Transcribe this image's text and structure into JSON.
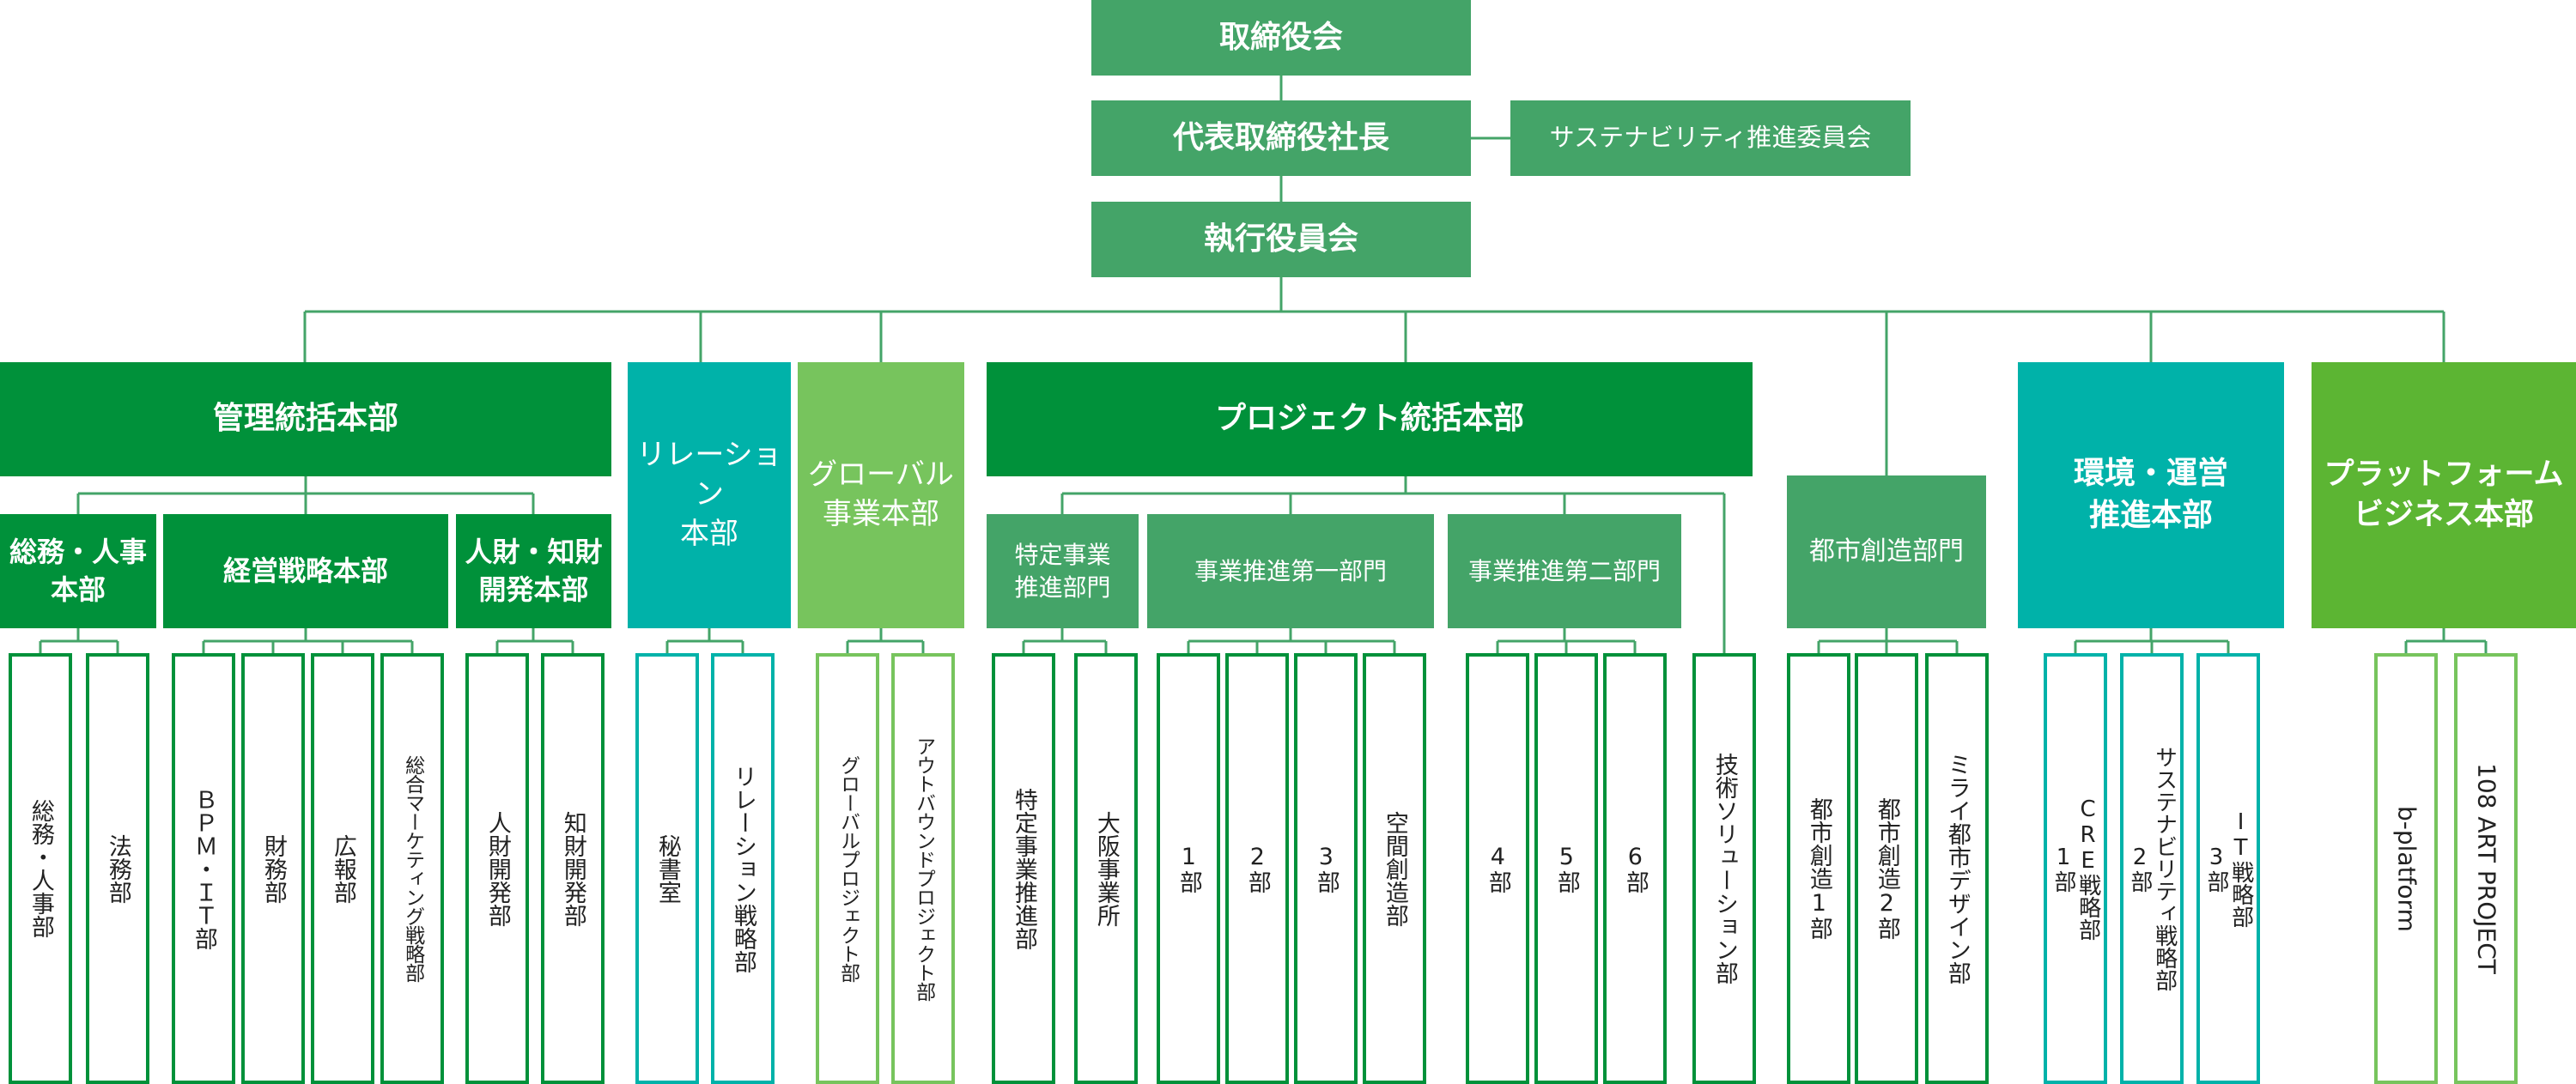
{
  "colors": {
    "line": "#44a468",
    "green": "#44a468",
    "dark_green": "#00913a",
    "teal": "#00b2a9",
    "light_green": "#77c45d",
    "mid_green": "#5cb533"
  },
  "top": {
    "board": "取締役会",
    "president": "代表取締役社長",
    "sustainability_committee": "サステナビリティ推進委員会",
    "executive_committee": "執行役員会"
  },
  "headquarters": {
    "management": "管理統括本部",
    "relations": "リレーション\n本部",
    "global": "グローバル\n事業本部",
    "project": "プロジェクト統括本部",
    "urban": "都市創造部門",
    "environment": "環境・運営\n推進本部",
    "platform": "プラットフォーム\nビジネス本部"
  },
  "divisions": {
    "general_affairs_hr": "総務・人事\n本部",
    "corporate_strategy": "経営戦略本部",
    "talent_ip": "人財・知財\n開発本部",
    "special_projects": "特定事業\n推進部門",
    "business_promotion_1": "事業推進第一部門",
    "business_promotion_2": "事業推進第二部門"
  },
  "departments": {
    "general_affairs_hr_dept": "総務・人事部",
    "legal": "法務部",
    "bpm_it": "ＢＰＭ・ＩＴ部",
    "finance": "財務部",
    "pr": "広報部",
    "marketing": "総合マーケティング戦略部",
    "talent": "人財開発部",
    "ip": "知財開発部",
    "secretariat": "秘書室",
    "relation_strategy": "リレーション戦略部",
    "global_project": "グローバルプロジェクト部",
    "outbound_project": "アウトバウンドプロジェクト部",
    "special_promotion": "特定事業推進部",
    "osaka_office": "大阪事業所",
    "dept_1": "1部",
    "dept_2": "2部",
    "dept_3": "3部",
    "spatial_creation": "空間創造部",
    "dept_4": "4部",
    "dept_5": "5部",
    "dept_6": "6部",
    "tech_solution": "技術ソリューション部",
    "urban_creation_1": "都市創造1部",
    "urban_creation_2": "都市創造2部",
    "mirai_urban_design": "ミライ都市デザイン部",
    "env_1": "1部",
    "env_1_name": "CRE戦略部",
    "env_2": "2部",
    "env_2_name": "サステナビリティ戦略部",
    "env_3": "3部",
    "env_3_name": "IT戦略部",
    "b_platform": "b-platform",
    "art_project": "108 ART PROJECT"
  }
}
